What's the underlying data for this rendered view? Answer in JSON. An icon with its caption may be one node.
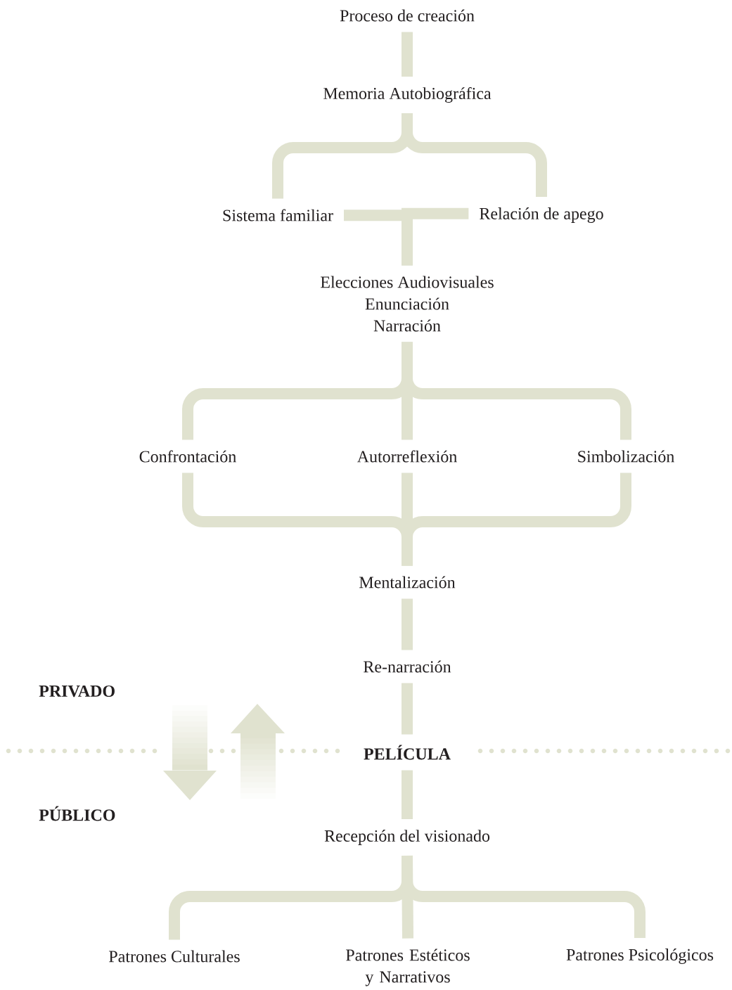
{
  "diagram": {
    "nodes": [
      {
        "text": [
          "Proceso de creación"
        ]
      },
      {
        "text": [
          "Memoria Autobiográfica"
        ]
      },
      {
        "text": [
          "Sistema familiar"
        ]
      },
      {
        "text": [
          "Relación de apego"
        ]
      },
      {
        "text": [
          "Elecciones Audiovisuales",
          "Enunciación",
          "Narración"
        ]
      },
      {
        "text": [
          "Confrontación"
        ]
      },
      {
        "text": [
          "Autorreflexión"
        ]
      },
      {
        "text": [
          "Simbolización"
        ]
      },
      {
        "text": [
          "Mentalización"
        ]
      },
      {
        "text": [
          "Re-narración"
        ]
      },
      {
        "text": [
          "PELÍCULA"
        ]
      },
      {
        "text": [
          "Recepción del visionado"
        ]
      },
      {
        "text": [
          "Patrones Culturales"
        ]
      },
      {
        "text": [
          "Patrones Estéticos y Narrativos"
        ]
      },
      {
        "text": [
          "Patrones Psicológicos"
        ]
      }
    ],
    "edges": [
      {
        "from": 0,
        "to": 1,
        "arrow": "none"
      },
      {
        "from": 1,
        "to": 2,
        "arrow": "none"
      },
      {
        "from": 1,
        "to": 3,
        "arrow": "none"
      },
      {
        "from": 2,
        "to": 4,
        "arrow": "none"
      },
      {
        "from": 3,
        "to": 4,
        "arrow": "none"
      },
      {
        "from": 4,
        "to": 5,
        "arrow": "none"
      },
      {
        "from": 4,
        "to": 6,
        "arrow": "none"
      },
      {
        "from": 4,
        "to": 7,
        "arrow": "none"
      },
      {
        "from": 5,
        "to": 8,
        "arrow": "none"
      },
      {
        "from": 6,
        "to": 8,
        "arrow": "none"
      },
      {
        "from": 7,
        "to": 8,
        "arrow": "none"
      },
      {
        "from": 8,
        "to": 9,
        "arrow": "none"
      },
      {
        "from": 9,
        "to": 10,
        "arrow": "none"
      },
      {
        "from": 10,
        "to": 11,
        "arrow": "none"
      },
      {
        "from": 11,
        "to": 12,
        "arrow": "none"
      },
      {
        "from": 11,
        "to": 13,
        "arrow": "none"
      },
      {
        "from": 11,
        "to": 14,
        "arrow": "none"
      }
    ],
    "labels": [
      "PRIVADO",
      "PÚBLICO"
    ]
  }
}
